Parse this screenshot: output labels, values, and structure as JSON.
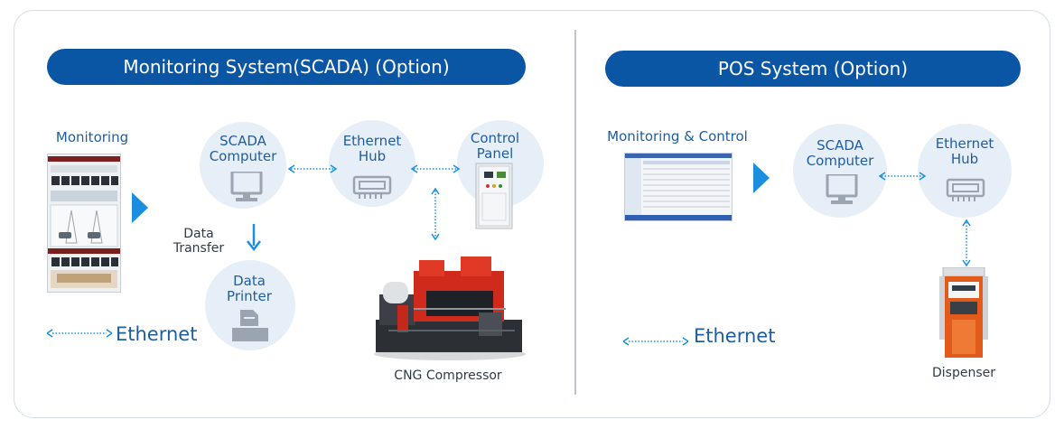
{
  "left_panel": {
    "title": "Monitoring System(SCADA) (Option)",
    "monitoring_label": "Monitoring",
    "scada_computer": "SCADA\nComputer",
    "ethernet_hub": "Ethernet\nHub",
    "control_panel": "Control\nPanel",
    "data_transfer": "Data\nTransfer",
    "data_printer": "Data\nPrinter",
    "cng_compressor": "CNG Compressor",
    "legend_ethernet": "Ethernet"
  },
  "right_panel": {
    "title": "POS System (Option)",
    "monitoring_control": "Monitoring & Control",
    "scada_computer": "SCADA\nComputer",
    "ethernet_hub": "Ethernet\nHub",
    "dispenser": "Dispenser",
    "legend_ethernet": "Ethernet"
  },
  "colors": {
    "pill": "#0b56a4",
    "accent_blue": "#1a8fe0",
    "circle": "#e6eef7",
    "icon_gray": "#9aa5b1"
  }
}
